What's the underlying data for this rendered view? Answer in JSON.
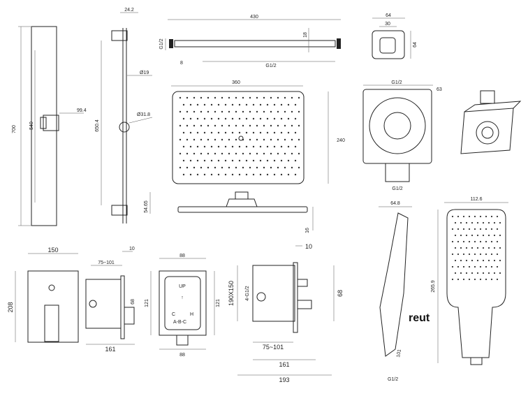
{
  "brand": {
    "logo_text": "reut"
  },
  "slide_rail": {
    "dims": {
      "total_height": "700",
      "inner_height": "540",
      "holder_width": "99.4",
      "top_width": "24.2"
    },
    "labels": {
      "pole_diameter": "Ø19",
      "bracket_diameter": "Ø31.8",
      "rail_height_dim": "650.4"
    }
  },
  "shower_arm": {
    "dims": {
      "length": "430",
      "diameter": "18",
      "thread_left": "G1/2",
      "thread_bottom": "G1/2",
      "small": "8"
    }
  },
  "wall_outlet": {
    "dims": {
      "outer": "64",
      "inner": "30",
      "height": "64"
    }
  },
  "rain_shower": {
    "dims": {
      "width": "360",
      "height": "240",
      "profile_height": "54.65",
      "thickness": "16"
    }
  },
  "outlet_detail": {
    "labels": {
      "top": "G1/2",
      "bottom": "G1/2",
      "side": "63"
    }
  },
  "hand_shower": {
    "dims": {
      "profile_width": "64.8",
      "face_width": "112.6",
      "length": "265.9",
      "neck": "101",
      "thread": "G1/2"
    }
  },
  "mixer_front": {
    "dims": {
      "width": "150",
      "height": "208"
    }
  },
  "mixer_side": {
    "dims": {
      "range": "75~101",
      "plate": "10",
      "offset": "68",
      "depth": "161"
    }
  },
  "mixer_box": {
    "dims": {
      "top_width": "88",
      "height_left": "121",
      "height_right": "121",
      "bottom_width": "88"
    },
    "labels": {
      "up": "UP",
      "cold": "C",
      "hot": "H",
      "side": "A-B-C"
    }
  },
  "installation_box": {
    "dims": {
      "plate": "10",
      "box_size": "190X150",
      "outlet": "4-G1/2",
      "offset": "68",
      "range": "75~101",
      "depth_inner": "161",
      "depth_total": "193"
    }
  }
}
